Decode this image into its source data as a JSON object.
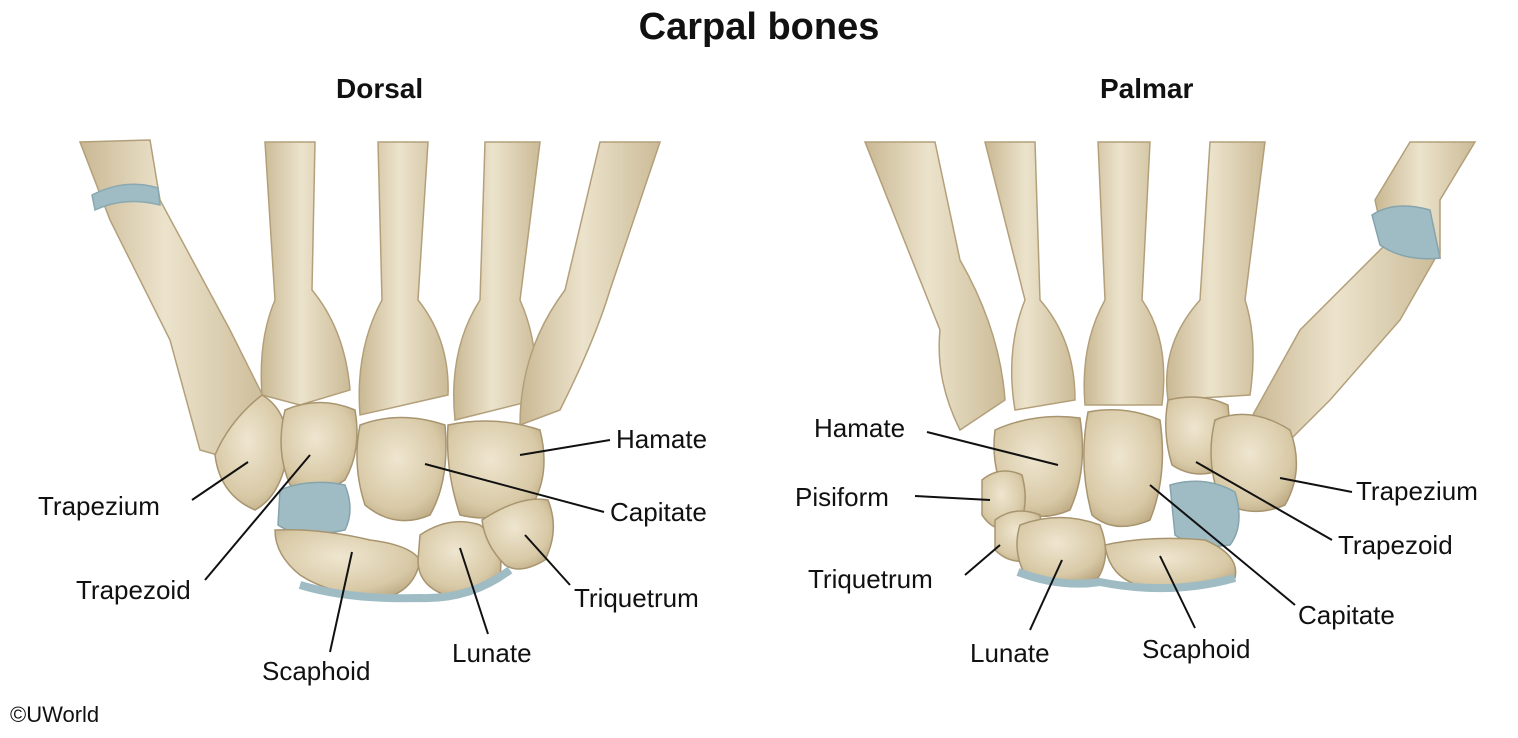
{
  "title": "Carpal bones",
  "views": {
    "dorsal": {
      "heading": "Dorsal",
      "labels": {
        "hamate": "Hamate",
        "trapezium": "Trapezium",
        "capitate": "Capitate",
        "trapezoid": "Trapezoid",
        "triquetrum": "Triquetrum",
        "scaphoid": "Scaphoid",
        "lunate": "Lunate"
      }
    },
    "palmar": {
      "heading": "Palmar",
      "labels": {
        "hamate": "Hamate",
        "pisiform": "Pisiform",
        "trapezium": "Trapezium",
        "trapezoid": "Trapezoid",
        "triquetrum": "Triquetrum",
        "capitate": "Capitate",
        "lunate": "Lunate",
        "scaphoid": "Scaphoid"
      }
    }
  },
  "credit": "©UWorld",
  "colors": {
    "bone": "#e3d7bd",
    "bone_shade": "#c9b893",
    "cartilage": "#9fbcc4",
    "leader_line": "#111111"
  }
}
